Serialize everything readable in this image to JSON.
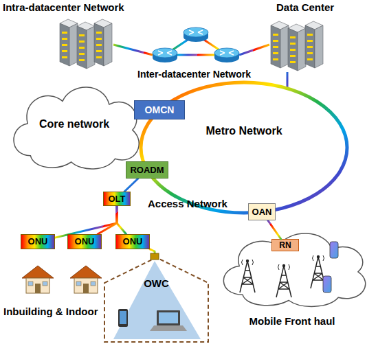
{
  "diagram": {
    "nodes": [
      {
        "text": [
          "Core network"
        ]
      },
      {
        "text": [
          "OMCN"
        ]
      },
      {
        "text": [
          "Metro Network"
        ]
      },
      {
        "text": [
          "ROADM"
        ]
      },
      {
        "text": [
          "OAN"
        ]
      },
      {
        "text": [
          "OLT"
        ]
      },
      {
        "text": [
          "ONU"
        ]
      },
      {
        "text": [
          "ONU"
        ]
      },
      {
        "text": [
          "ONU"
        ]
      },
      {
        "text": [
          "OWC"
        ]
      },
      {
        "text": [
          "Mobile Front haul"
        ]
      },
      {
        "text": [
          "RN"
        ],
        "in": 10
      }
    ],
    "edges": [
      {
        "from": 3,
        "to": 5,
        "arrow": "none"
      },
      {
        "from": 5,
        "to": 6,
        "arrow": "none"
      },
      {
        "from": 5,
        "to": 7,
        "arrow": "none"
      },
      {
        "from": 5,
        "to": 8,
        "arrow": "none"
      },
      {
        "from": 8,
        "to": 9,
        "arrow": "none"
      },
      {
        "from": 4,
        "to": 11,
        "arrow": "none"
      }
    ],
    "labels": [
      "Intra-datacenter Network",
      "Data Center",
      "Inter-datacenter Network",
      "Access Network",
      "Inbuilding & Indoor"
    ]
  }
}
